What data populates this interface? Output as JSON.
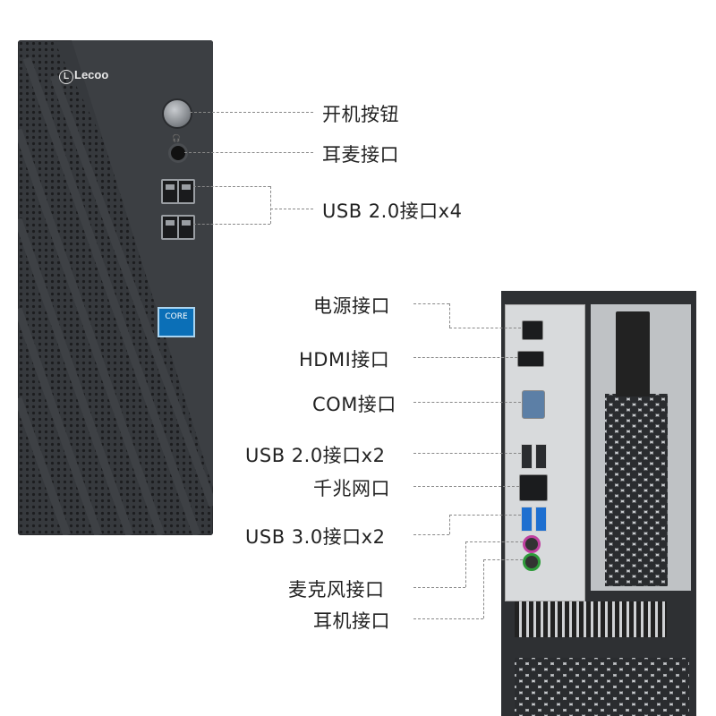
{
  "front": {
    "brand": "Lecoo",
    "labels": {
      "power": "开机按钮",
      "audio": "耳麦接口",
      "usb": "USB 2.0接口x4"
    },
    "intel_badge": "CORE"
  },
  "rear": {
    "labels": {
      "power": "电源接口",
      "hdmi": "HDMI接口",
      "com": "COM接口",
      "usb2": "USB 2.0接口x2",
      "lan": "千兆网口",
      "usb3": "USB 3.0接口x2",
      "mic": "麦克风接口",
      "headphone": "耳机接口"
    }
  },
  "colors": {
    "case": "#36393d",
    "usb3_blue": "#1e6fd0",
    "mic_pink": "#c040a0",
    "headphone_green": "#2e9b3a"
  }
}
